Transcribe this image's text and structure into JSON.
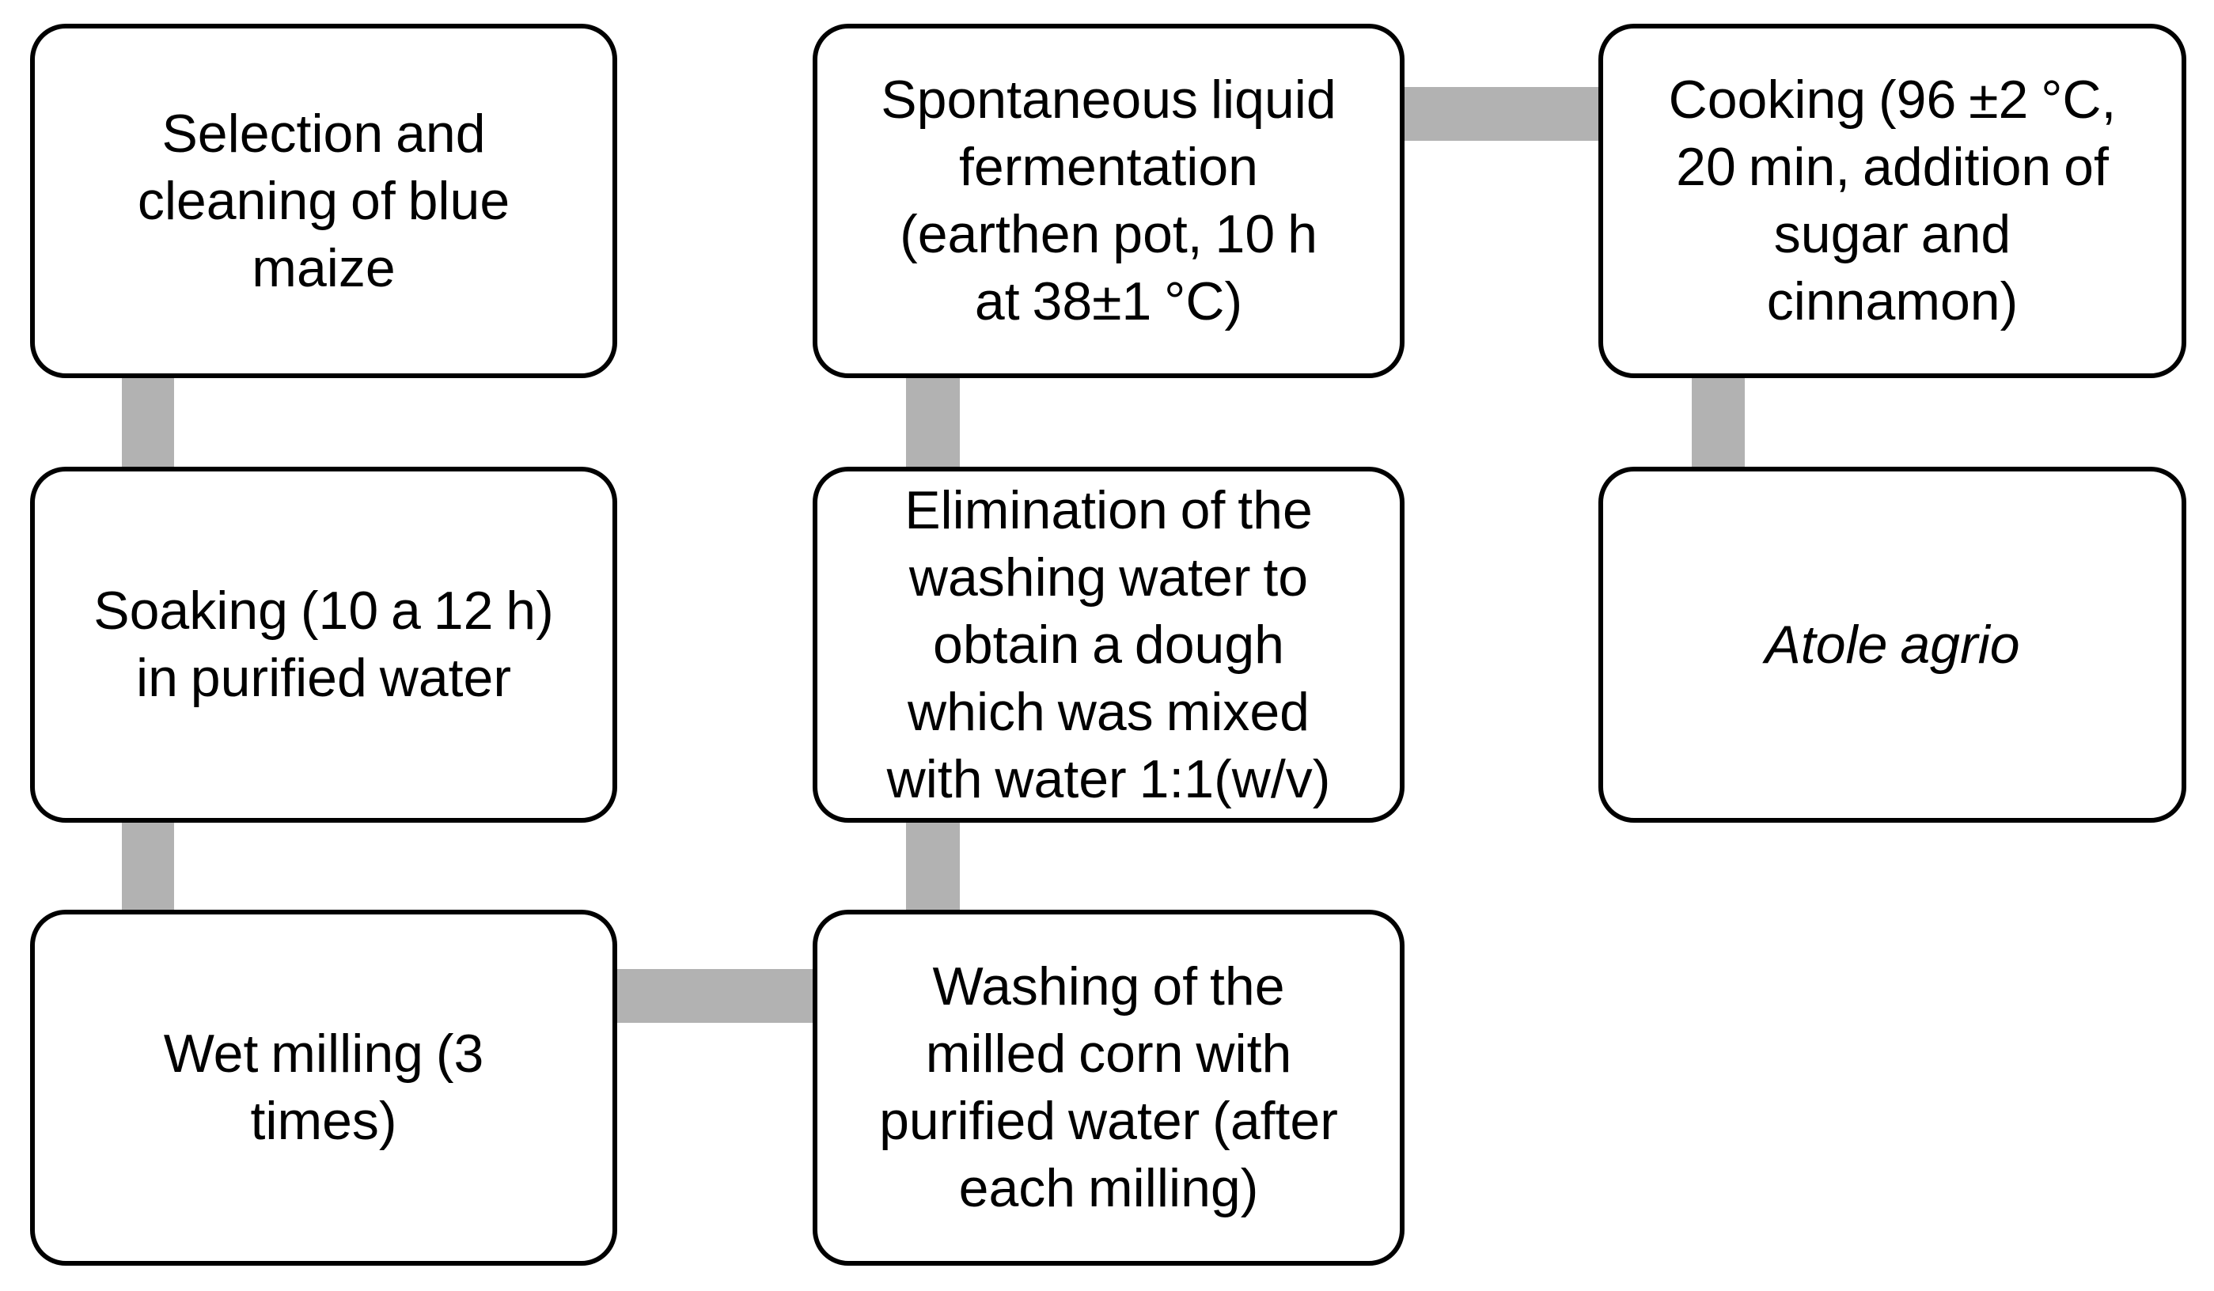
{
  "diagram": {
    "boxes": {
      "selection": {
        "text": "Selection and\ncleaning of blue\nmaize"
      },
      "soaking": {
        "text": "Soaking (10 a 12 h)\nin purified water"
      },
      "milling": {
        "text": "Wet milling (3\ntimes)"
      },
      "washing": {
        "text": "Washing of the\nmilled corn with\npurified water (after\neach milling)"
      },
      "elimination": {
        "text": "Elimination of the\nwashing water to\nobtain a dough\nwhich was mixed\nwith water 1:1(w/v)"
      },
      "fermentation": {
        "text": "Spontaneous liquid\nfermentation\n(earthen pot, 10 h\nat 38±1 °C)"
      },
      "cooking": {
        "text": "Cooking (96 ±2 °C,\n20 min, addition of\nsugar and\ncinnamon)"
      },
      "atole": {
        "text": "Atole agrio"
      }
    },
    "edges": [
      {
        "from": "selection",
        "to": "soaking"
      },
      {
        "from": "soaking",
        "to": "milling"
      },
      {
        "from": "milling",
        "to": "washing"
      },
      {
        "from": "washing",
        "to": "elimination"
      },
      {
        "from": "elimination",
        "to": "fermentation"
      },
      {
        "from": "fermentation",
        "to": "cooking"
      },
      {
        "from": "cooking",
        "to": "atole"
      }
    ],
    "colors": {
      "connector": "#b2b2b2",
      "box_border": "#000000",
      "box_fill": "#ffffff",
      "text": "#000000"
    }
  }
}
